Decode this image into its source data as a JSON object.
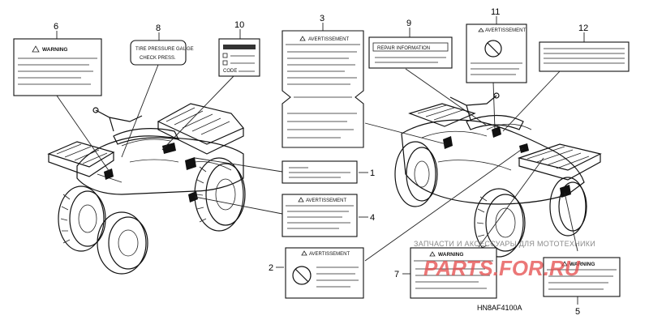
{
  "callouts": [
    {
      "id": "1",
      "label": "1"
    },
    {
      "id": "2",
      "label": "2"
    },
    {
      "id": "3",
      "label": "3"
    },
    {
      "id": "4",
      "label": "4"
    },
    {
      "id": "5",
      "label": "5"
    },
    {
      "id": "6",
      "label": "6"
    },
    {
      "id": "7",
      "label": "7"
    },
    {
      "id": "8",
      "label": "8"
    },
    {
      "id": "9",
      "label": "9"
    },
    {
      "id": "10",
      "label": "10"
    },
    {
      "id": "11",
      "label": "11"
    },
    {
      "id": "12",
      "label": "12"
    }
  ],
  "labels": {
    "warning_6": "WARNING",
    "tire_pressure_8_line1": "TIRE PRESSURE GAUGE",
    "tire_pressure_8_line2": "CHECK PRESS.",
    "code_10": "CODE",
    "avertissement_3": "AVERTISSEMENT",
    "repair_info_9": "REPAIR INFORMATION",
    "avertissement_11": "AVERTISSEMENT",
    "avertissement_4": "AVERTISSEMENT",
    "avertissement_2": "AVERTISSEMENT",
    "warning_7": "WARNING",
    "warning_5": "WARNING"
  },
  "watermark": {
    "text": "ЗАПЧАСТИ И АКСЕССУАРЫ ДЛЯ МОТОТЕХНИКИ",
    "logo": "PARTS.FOR.RU"
  },
  "diagram_code": "HN8AF4100A"
}
